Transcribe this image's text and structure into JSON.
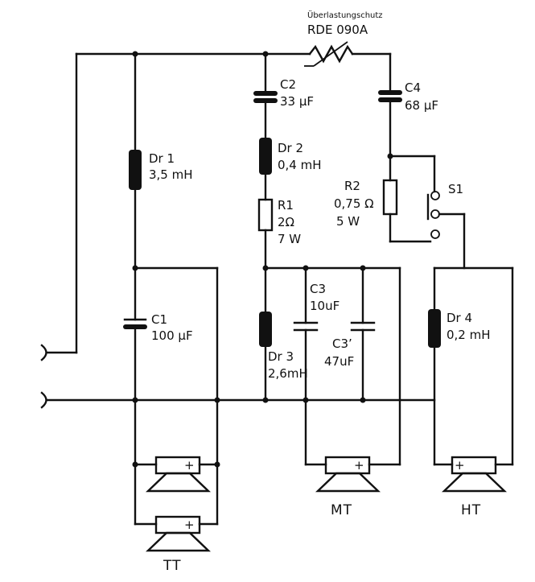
{
  "ptc": {
    "title": "Überlastungschutz",
    "part": "RDE 090A"
  },
  "components": {
    "c1": {
      "name": "C1",
      "value": "100 µF"
    },
    "c2": {
      "name": "C2",
      "value": "33 µF"
    },
    "c3": {
      "name": "C3",
      "value": "10uF"
    },
    "c3p": {
      "name": "C3’",
      "value": "47uF"
    },
    "c4": {
      "name": "C4",
      "value": "68 µF"
    },
    "dr1": {
      "name": "Dr 1",
      "value": "3,5 mH"
    },
    "dr2": {
      "name": "Dr 2",
      "value": "0,4 mH"
    },
    "dr3": {
      "name": "Dr 3",
      "value": "2,6mH"
    },
    "dr4": {
      "name": "Dr 4",
      "value": "0,2 mH"
    },
    "r1": {
      "name": "R1",
      "value": "2Ω",
      "power": "7 W"
    },
    "r2": {
      "name": "R2",
      "value": "0,75 Ω",
      "power": "5 W"
    },
    "s1": {
      "name": "S1"
    }
  },
  "speakers": {
    "tt": "TT",
    "mt": "MT",
    "ht": "HT",
    "polarity": "+"
  }
}
